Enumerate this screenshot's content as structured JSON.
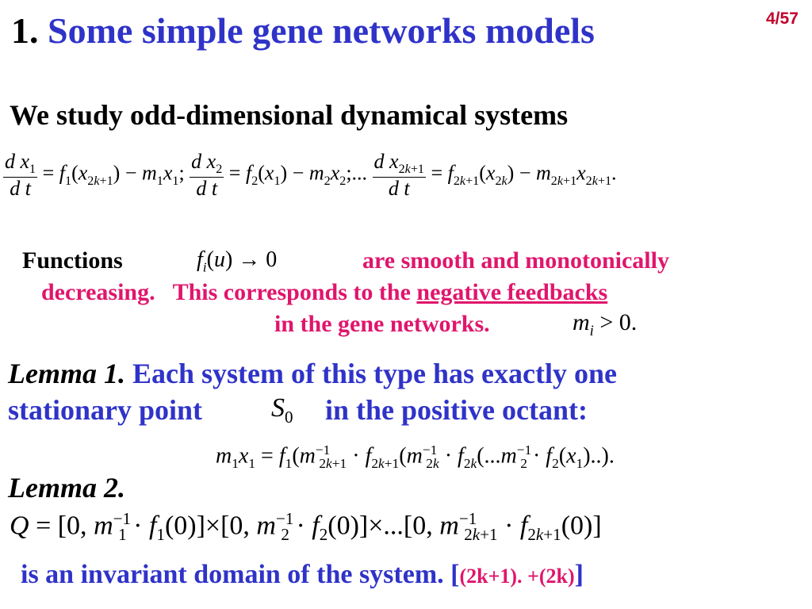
{
  "header": {
    "number": "1.",
    "title": "Some simple gene networks models",
    "page": "4/57"
  },
  "intro": "We study odd-dimensional dynamical systems",
  "functions": {
    "label": "Functions",
    "text_smooth": "are smooth and monotonically",
    "text_decreasing": "decreasing.",
    "text_corresponds": "This corresponds to the",
    "text_negative": "negative feedbacks",
    "text_gene": "in the gene networks."
  },
  "lemma1": {
    "title": "Lemma 1.",
    "text1": "Each system of this type has exactly one",
    "text2a": "stationary point",
    "text2b": "in the positive octant:"
  },
  "lemma2": {
    "title": "Lemma 2.",
    "domain_text": "is an invariant domain of the system.",
    "bracket_open": "[",
    "bracket_note": "(2k+1). +(2k)",
    "bracket_close": "]"
  },
  "colors": {
    "title_blue": "#2f33c8",
    "text_pink": "#e0156d",
    "page_red": "#c0002c"
  }
}
